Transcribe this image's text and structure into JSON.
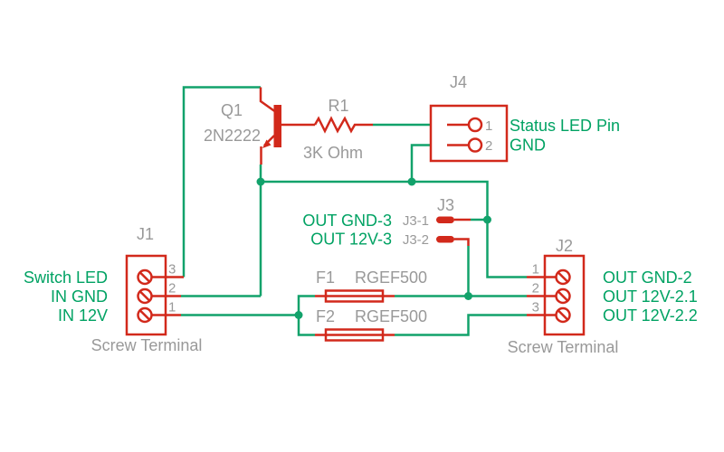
{
  "colors": {
    "wire_green": "#12A26B",
    "net_label_green": "#00A263",
    "component_red": "#D2291B",
    "label_gray": "#999999",
    "background": "#FFFFFF"
  },
  "components": {
    "q1": {
      "designator": "Q1",
      "value": "2N2222"
    },
    "r1": {
      "designator": "R1",
      "value": "3K Ohm"
    },
    "f1": {
      "designator": "F1",
      "value": "RGEF500"
    },
    "f2": {
      "designator": "F2",
      "value": "RGEF500"
    },
    "j1": {
      "designator": "J1",
      "subtitle": "Screw Terminal",
      "pin_numbers": [
        "3",
        "2",
        "1"
      ],
      "net_labels": [
        "Switch LED",
        "IN GND",
        "IN 12V"
      ]
    },
    "j2": {
      "designator": "J2",
      "subtitle": "Screw Terminal",
      "pin_numbers": [
        "1",
        "2",
        "3"
      ],
      "net_labels": [
        "OUT GND-2",
        "OUT 12V-2.1",
        "OUT 12V-2.2"
      ]
    },
    "j3": {
      "designator": "J3",
      "pin_names": [
        "J3-1",
        "J3-2"
      ],
      "net_labels": [
        "OUT GND-3",
        "OUT 12V-3"
      ]
    },
    "j4": {
      "designator": "J4",
      "pin_numbers": [
        "1",
        "2"
      ],
      "net_labels": [
        "Status LED Pin",
        "GND"
      ]
    }
  }
}
